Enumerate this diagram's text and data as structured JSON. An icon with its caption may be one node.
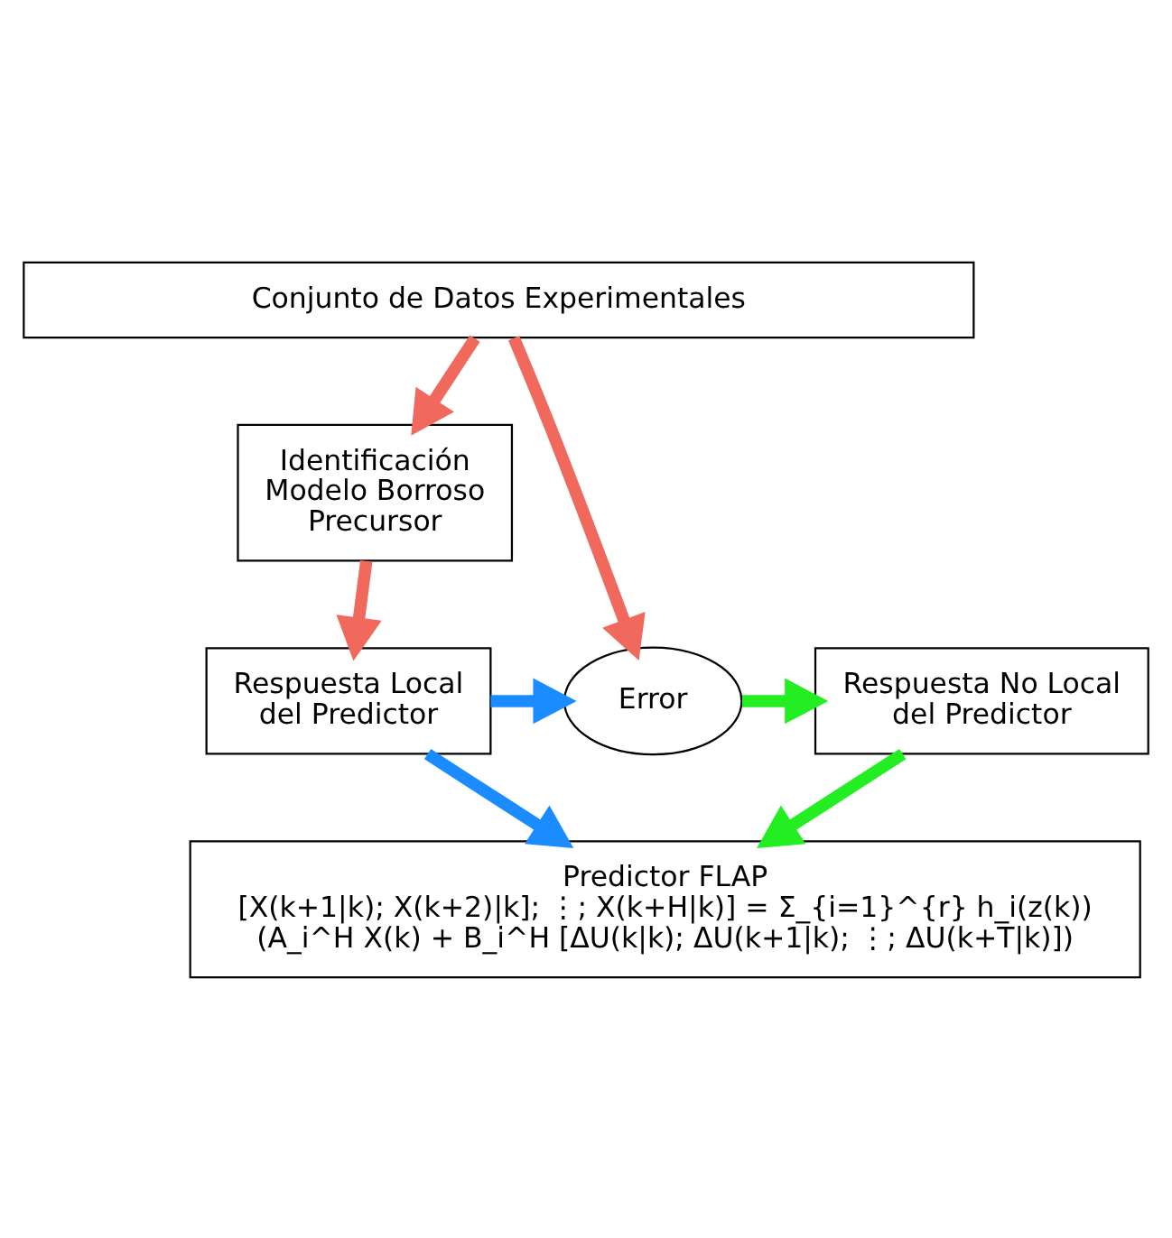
{
  "diagram": {
    "nodes": [
      {
        "text": [
          "Conjunto de Datos Experimentales"
        ]
      },
      {
        "text": [
          "Identificación Modelo Borroso Precursor"
        ]
      },
      {
        "text": [
          "Respuesta Local del Predictor"
        ]
      },
      {
        "text": [
          "Error"
        ]
      },
      {
        "text": [
          "Respuesta No Local del Predictor"
        ]
      },
      {
        "text": [
          "Predictor FLAP",
          "[X(k+1|k); X(k+2)|k]; ⋮; X(k+H|k)] = Σ_{i=1}^{r} h_i(z(k)) (A_i^H X(k) + B_i^H [ΔU(k|k); ΔU(k+1|k); ⋮; ΔU(k+T|k)])"
        ]
      }
    ],
    "edges": [
      {
        "from": 0,
        "to": 1,
        "arrow": "to",
        "color": "#f0695c"
      },
      {
        "from": 1,
        "to": 2,
        "arrow": "to",
        "color": "#f0695c"
      },
      {
        "from": 0,
        "to": 3,
        "arrow": "to",
        "color": "#f0695c"
      },
      {
        "from": 2,
        "to": 3,
        "arrow": "to",
        "color": "#1a8cff"
      },
      {
        "from": 3,
        "to": 4,
        "arrow": "to",
        "color": "#22ee22"
      },
      {
        "from": 2,
        "to": 5,
        "arrow": "to",
        "color": "#1a8cff"
      },
      {
        "from": 4,
        "to": 5,
        "arrow": "to",
        "color": "#22ee22"
      }
    ]
  }
}
